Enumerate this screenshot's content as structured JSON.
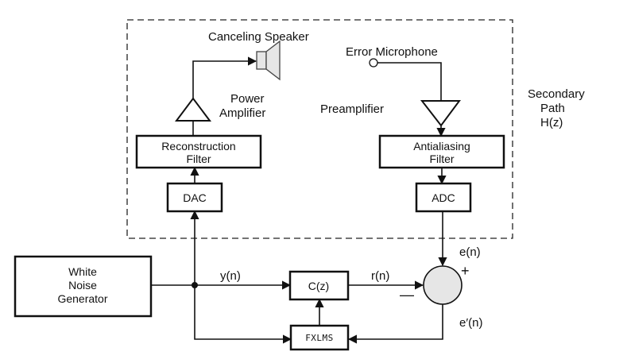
{
  "labels": {
    "canceling_speaker": "Canceling Speaker",
    "error_microphone": "Error Microphone",
    "power_amplifier_1": "Power",
    "power_amplifier_2": "Amplifier",
    "preamplifier": "Preamplifier",
    "secondary_path_1": "Secondary",
    "secondary_path_2": "Path",
    "secondary_path_3": "H(z)",
    "y_n": "y(n)",
    "r_n": "r(n)",
    "e_n": "e(n)",
    "e_prime_n": "e′(n)",
    "plus": "+",
    "minus": "—"
  },
  "blocks": {
    "reconstruction_filter_1": "Reconstruction",
    "reconstruction_filter_2": "Filter",
    "antialiasing_filter_1": "Antialiasing",
    "antialiasing_filter_2": "Filter",
    "dac": "DAC",
    "adc": "ADC",
    "white_noise_1": "White",
    "white_noise_2": "Noise",
    "white_noise_3": "Generator",
    "cz": "C(z)",
    "fxlms": "FXLMS"
  }
}
